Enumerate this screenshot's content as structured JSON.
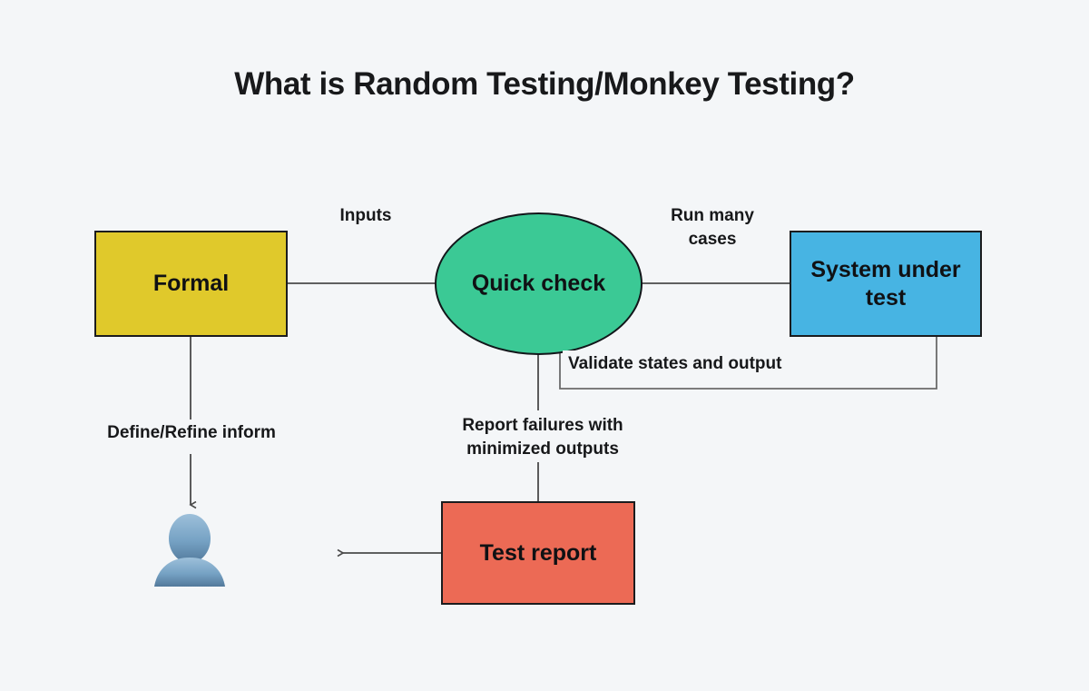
{
  "title": "What is Random Testing/Monkey Testing?",
  "background_color": "#f4f6f8",
  "diagram": {
    "type": "flowchart",
    "nodes": [
      {
        "id": "formal",
        "label": "Formal",
        "shape": "rectangle",
        "color": "#e0c92b",
        "border_color": "#1b1c1e"
      },
      {
        "id": "quick-check",
        "label": "Quick check",
        "shape": "ellipse",
        "color": "#3bc995",
        "border_color": "#12161a"
      },
      {
        "id": "system-under-test",
        "label": "System under test",
        "shape": "rectangle",
        "color": "#47b4e3",
        "border_color": "#1b1c1e"
      },
      {
        "id": "test-report",
        "label": "Test report",
        "shape": "rectangle",
        "color": "#ec6a55",
        "border_color": "#1b1c1e"
      },
      {
        "id": "person",
        "label": "",
        "shape": "avatar",
        "color": "#7aa6c8",
        "border_color": "none"
      }
    ],
    "edges": [
      {
        "id": "formal-to-quick-check",
        "from": "formal",
        "to": "quick-check",
        "label": "Inputs",
        "arrow": false
      },
      {
        "id": "quick-check-to-system",
        "from": "quick-check",
        "to": "system-under-test",
        "label": "Run many cases",
        "arrow": false
      },
      {
        "id": "system-to-quick-check",
        "from": "system-under-test",
        "to": "quick-check",
        "label": "Validate states and output",
        "arrow": false
      },
      {
        "id": "formal-to-person",
        "from": "formal",
        "to": "person",
        "label": "Define/Refine inform",
        "arrow": true
      },
      {
        "id": "quick-check-to-test-report",
        "from": "quick-check",
        "to": "test-report",
        "label": "Report failures with minimized outputs",
        "arrow": false
      },
      {
        "id": "test-report-outgoing",
        "from": "test-report",
        "to": "",
        "label": "",
        "arrow": true
      }
    ],
    "labels": {
      "inputs": "Inputs",
      "run_many_cases": "Run many\ncases",
      "validate": "Validate states and output",
      "define_refine": "Define/Refine inform",
      "report_failures": "Report failures with\nminimized outputs"
    },
    "icons": {
      "person": "person-avatar-icon"
    }
  }
}
